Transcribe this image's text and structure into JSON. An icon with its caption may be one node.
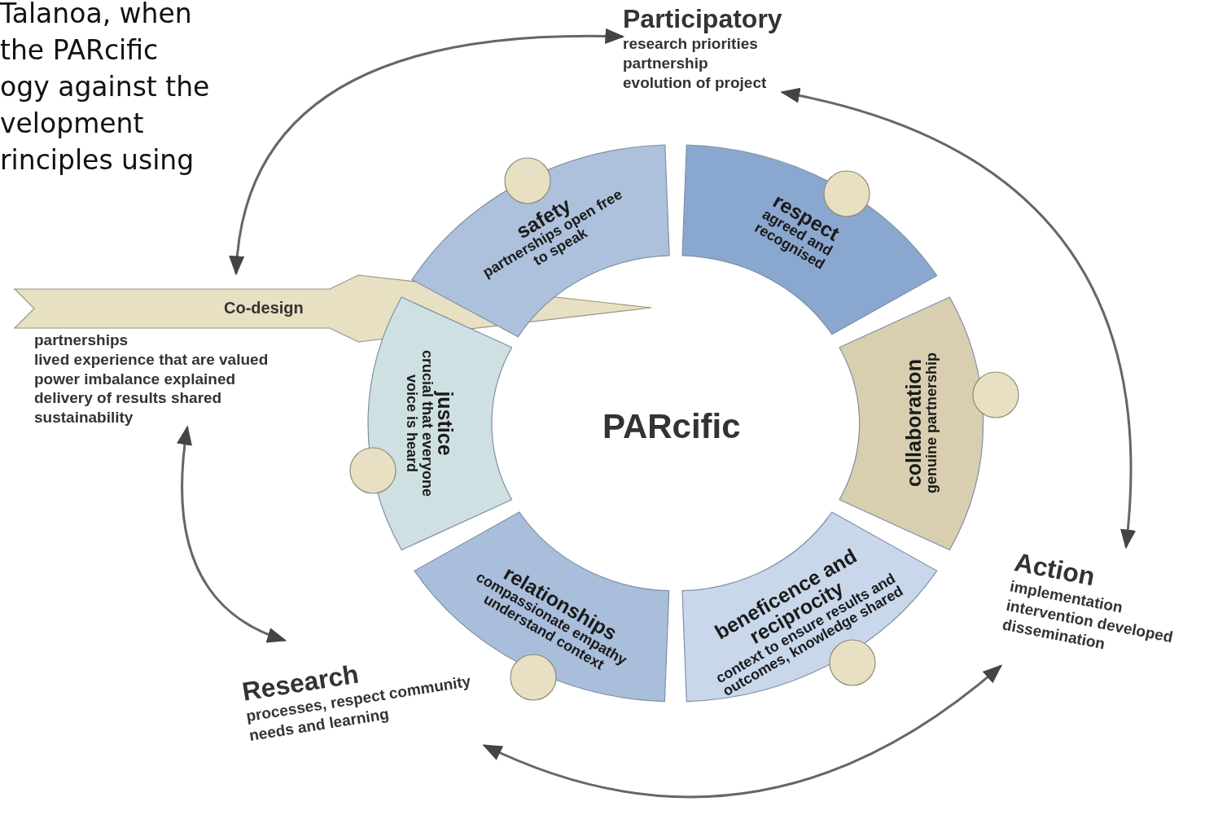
{
  "diagram": {
    "nodes": [
      {
        "text": [
          "Participatory",
          "research priorities",
          "partnership",
          "evolution of project"
        ]
      },
      {
        "text": [
          "Action",
          "implementation",
          "intervention developed",
          "dissemination"
        ]
      },
      {
        "text": [
          "Research",
          "processes, respect community needs and learning"
        ]
      },
      {
        "text": [
          "Co-design"
        ],
        "beside": [
          "partnerships",
          "lived experience that are valued",
          "power imbalance explained",
          "delivery of results shared",
          "sustainability"
        ]
      },
      {
        "text": [
          "safety",
          "partnerships open free to speak"
        ]
      },
      {
        "text": [
          "respect",
          "agreed and recognised"
        ]
      },
      {
        "text": [
          "collaboration",
          "genuine partnership"
        ]
      },
      {
        "text": [
          "beneficence and reciprocity",
          "context to ensure results and outcomes, knowledge shared"
        ]
      },
      {
        "text": [
          "relationships",
          "compassionate empathy understand context"
        ]
      },
      {
        "text": [
          "justice",
          "crucial that everyone voice is heard"
        ]
      }
    ],
    "edges": [
      {
        "from": 0,
        "to": 1,
        "arrow": "both"
      },
      {
        "from": 1,
        "to": 2,
        "arrow": "both"
      },
      {
        "from": 2,
        "to": 3,
        "arrow": "both"
      },
      {
        "from": 3,
        "to": 0,
        "arrow": "both"
      }
    ],
    "labels": [
      "Talanoa, when the PARcific ogy against the velopment rinciples using",
      "PARcific"
    ]
  }
}
